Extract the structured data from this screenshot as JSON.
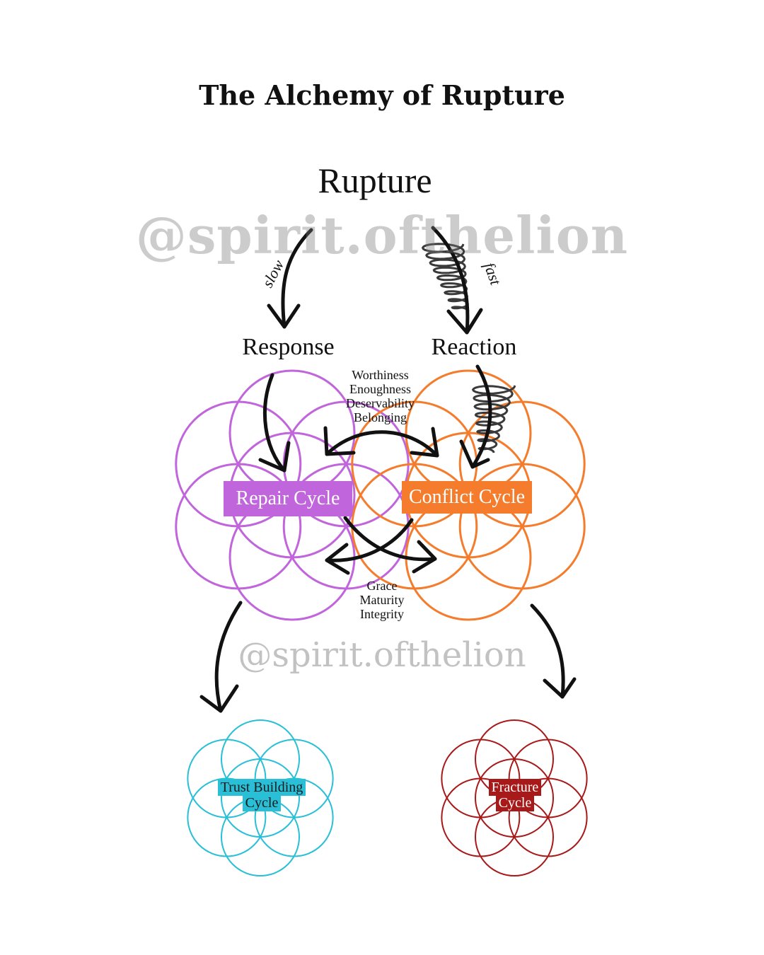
{
  "title": "The Alchemy of Rupture",
  "watermark": "@spirit.ofthelion",
  "nodes": {
    "rupture": "Rupture",
    "response": "Response",
    "reaction": "Reaction",
    "slow": "slow",
    "fast": "fast"
  },
  "cycles": {
    "repair": "Repair Cycle",
    "conflict": "Conflict Cycle",
    "trust_line1": "Trust Building",
    "trust_line2": "Cycle",
    "fracture_line1": "Fracture",
    "fracture_line2": "Cycle"
  },
  "top_qualities": [
    "Worthiness",
    "Enoughness",
    "Deservability",
    "Belonging"
  ],
  "bottom_qualities": [
    "Grace",
    "Maturity",
    "Integrity"
  ],
  "colors": {
    "repair": "#c065db",
    "conflict": "#f47c2c",
    "trust": "#29bfd6",
    "fracture": "#a81a1a",
    "arrow": "#111111",
    "watermark": "#9a9a9a"
  },
  "icons": {
    "flower_of_life": "flower-of-life-icon",
    "spiral": "tornado-spiral-icon",
    "arrow": "curved-arrow-icon"
  }
}
